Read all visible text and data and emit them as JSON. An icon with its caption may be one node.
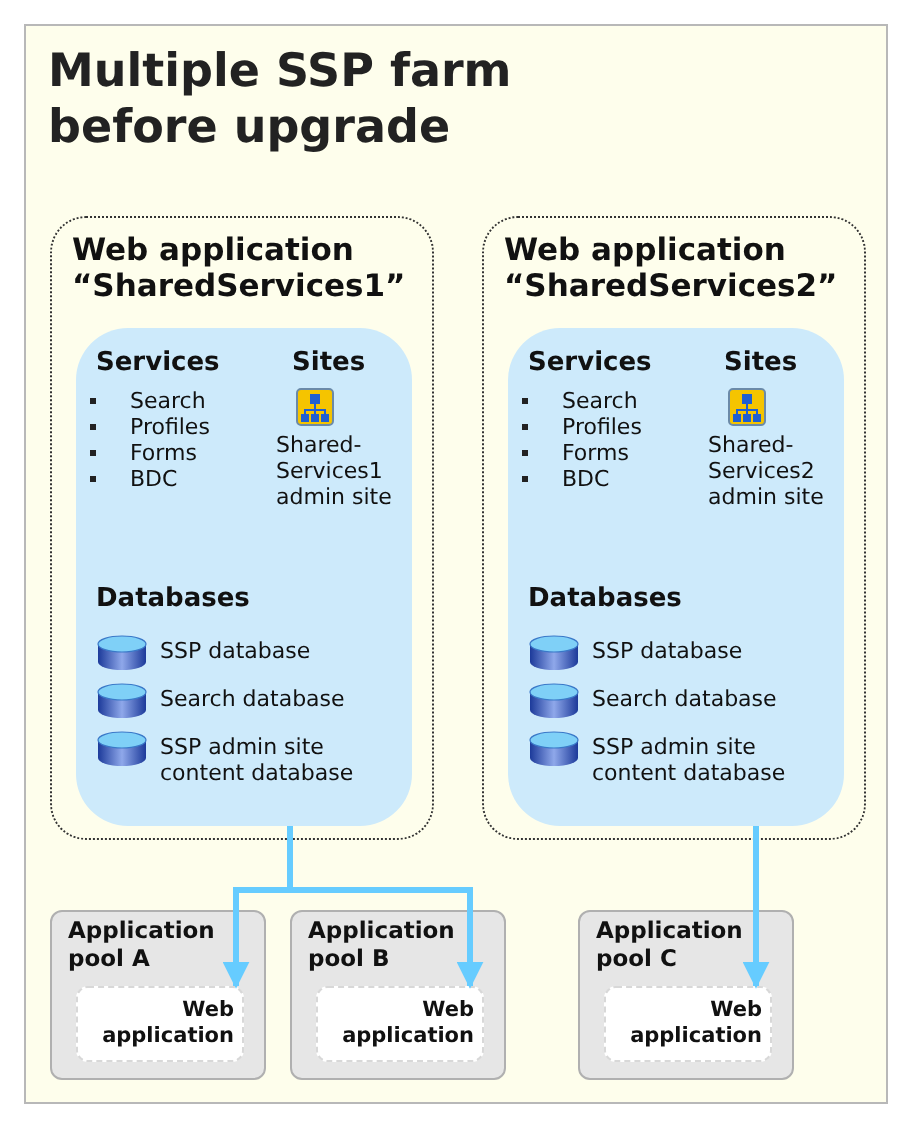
{
  "diagram": {
    "title": "Multiple SSP farm before upgrade",
    "nodes": [
      {
        "text": [
          "Web application “SharedServices1”"
        ]
      },
      {
        "text": [
          "Services",
          "Search",
          "Profiles",
          "Forms",
          "BDC",
          "Sites",
          "Shared- Services1 admin site",
          "Databases",
          "SSP database",
          "Search database",
          "SSP admin site content database"
        ],
        "in": 0
      },
      {
        "text": [
          "Web application “SharedServices2”"
        ]
      },
      {
        "text": [
          "Services",
          "Search",
          "Profiles",
          "Forms",
          "BDC",
          "Sites",
          "Shared- Services2 admin site",
          "Databases",
          "SSP database",
          "Search database",
          "SSP admin site content database"
        ],
        "in": 2
      },
      {
        "text": [
          "Application pool A"
        ]
      },
      {
        "text": [
          "Web application"
        ],
        "in": 4
      },
      {
        "text": [
          "Application pool B"
        ]
      },
      {
        "text": [
          "Web application"
        ],
        "in": 6
      },
      {
        "text": [
          "Application pool C"
        ]
      },
      {
        "text": [
          "Web application"
        ],
        "in": 8
      }
    ],
    "edges": [
      {
        "from": 1,
        "to": 5,
        "arrow": "to"
      },
      {
        "from": 1,
        "to": 7,
        "arrow": "to"
      },
      {
        "from": 3,
        "to": 9,
        "arrow": "to"
      }
    ]
  }
}
